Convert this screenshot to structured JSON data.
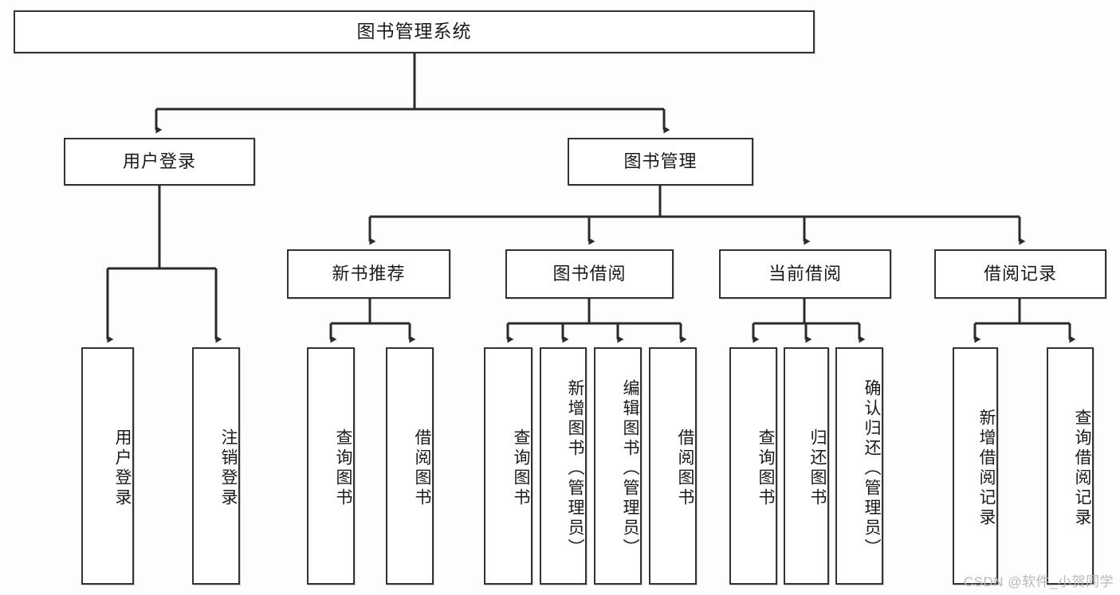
{
  "diagram": {
    "title_node": {
      "label": "图书管理系统"
    },
    "level2": [
      {
        "label": "用户登录"
      },
      {
        "label": "图书管理"
      }
    ],
    "level3": [
      {
        "label": "新书推荐"
      },
      {
        "label": "图书借阅"
      },
      {
        "label": "当前借阅"
      },
      {
        "label": "借阅记录"
      }
    ],
    "leaves": {
      "user_login": [
        {
          "label": "用户登录"
        },
        {
          "label": "注销登录"
        }
      ],
      "new_book_recommend": [
        {
          "label": "查询图书"
        },
        {
          "label": "借阅图书"
        }
      ],
      "book_borrow": [
        {
          "label": "查询图书"
        },
        {
          "label": "新增图书（管理员）"
        },
        {
          "label": "编辑图书（管理员）"
        },
        {
          "label": "借阅图书"
        }
      ],
      "current_borrow": [
        {
          "label": "查询图书"
        },
        {
          "label": "归还图书"
        },
        {
          "label": "确认归还（管理员）"
        }
      ],
      "borrow_record": [
        {
          "label": "新增借阅记录"
        },
        {
          "label": "查询借阅记录"
        }
      ]
    }
  },
  "watermark": {
    "text": "CSDN @软件_小贺同学"
  },
  "colors": {
    "border": "#333333",
    "node_fill": "#ffffff",
    "edge": "#2b2b2b",
    "text": "#1a1a1a",
    "watermark": "#b9b9b9",
    "background": "#fdfdfd"
  }
}
